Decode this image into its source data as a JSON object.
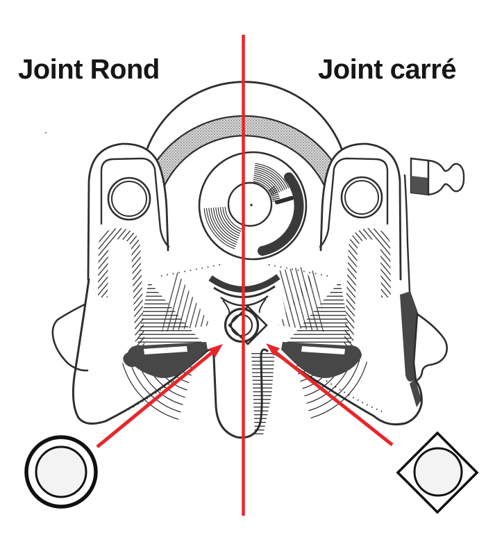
{
  "diagram": {
    "type": "technical-illustration",
    "subject": "brake-caliper-seal-comparison",
    "labels": {
      "left": "Joint Rond",
      "right": "Joint carré"
    },
    "legend": {
      "left_symbol": "round-seal-cross-section",
      "right_symbol": "square-seal-cross-section"
    },
    "colors": {
      "annotation_red": "#e8262a",
      "ink": "#2e2e2e",
      "shadow": "#474747",
      "paper": "#ffffff"
    }
  }
}
